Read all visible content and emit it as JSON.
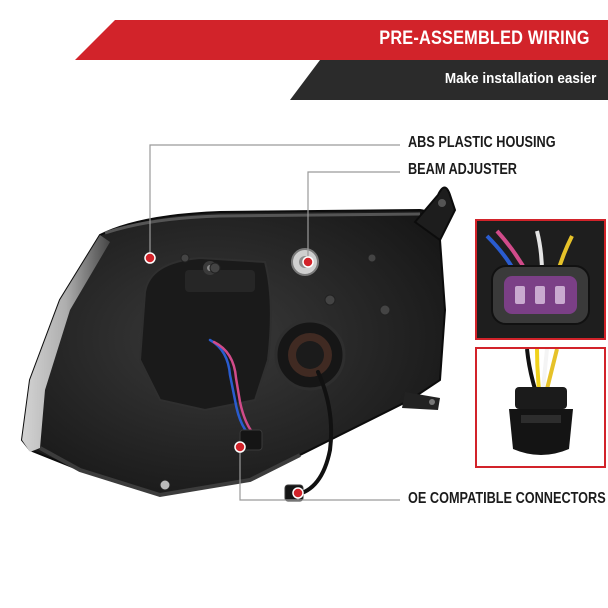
{
  "banner": {
    "title": "PRE-ASSEMBLED WIRING",
    "subtitle": "Make installation easier",
    "accent_color": "#d2232a",
    "dark_color": "#2b2b2b"
  },
  "callouts": {
    "housing": "ABS PLASTIC HOUSING",
    "beam": "BEAM ADJUSTER",
    "connectors": "OE COMPATIBLE CONNECTORS"
  },
  "colors": {
    "marker": "#d2232a",
    "housing": "#1c1c1c",
    "leader_line": "#9a9a9a"
  },
  "insets": {
    "top": "wiring-harness-connector-closeup",
    "bottom": "bulb-socket-connector-closeup"
  }
}
